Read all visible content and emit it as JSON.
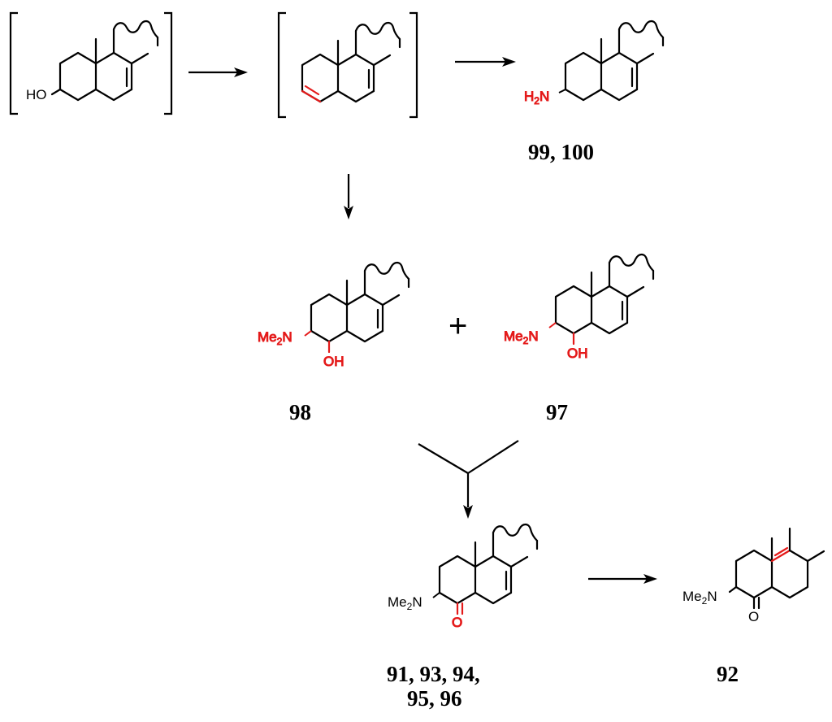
{
  "atoms": {
    "ho": "HO",
    "h": "H",
    "two": "2",
    "n": "N",
    "me": "Me",
    "oh": "OH",
    "o": "O"
  },
  "compounds": {
    "c99": "99, 100",
    "c98": "98",
    "c97": "97",
    "c91a": "91, 93, 94,",
    "c91b": "95, 96",
    "c92": "92"
  },
  "plus": "+",
  "colors": {
    "highlight": "#e41a1a",
    "ink": "#000000"
  }
}
